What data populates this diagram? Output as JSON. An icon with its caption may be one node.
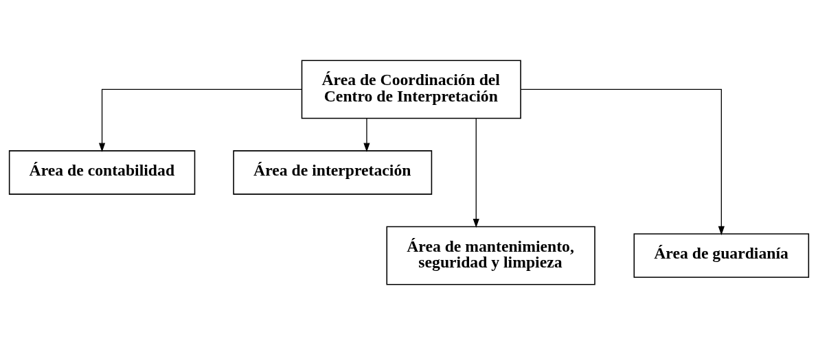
{
  "diagram": {
    "nodes": [
      {
        "text": [
          "Área de Coordinación del Centro de Interpretación"
        ]
      },
      {
        "text": [
          "Área de contabilidad"
        ]
      },
      {
        "text": [
          "Área de interpretación"
        ]
      },
      {
        "text": [
          "Área de mantenimiento, seguridad y limpieza"
        ]
      },
      {
        "text": [
          "Área de guardianía"
        ]
      }
    ],
    "edges": [
      {
        "from": 0,
        "to": 1,
        "arrow": "to"
      },
      {
        "from": 0,
        "to": 3,
        "arrow": "to"
      },
      {
        "from": 0,
        "to": 4,
        "arrow": "to"
      },
      {
        "from": 0,
        "to": 2,
        "arrow": "to"
      }
    ]
  }
}
